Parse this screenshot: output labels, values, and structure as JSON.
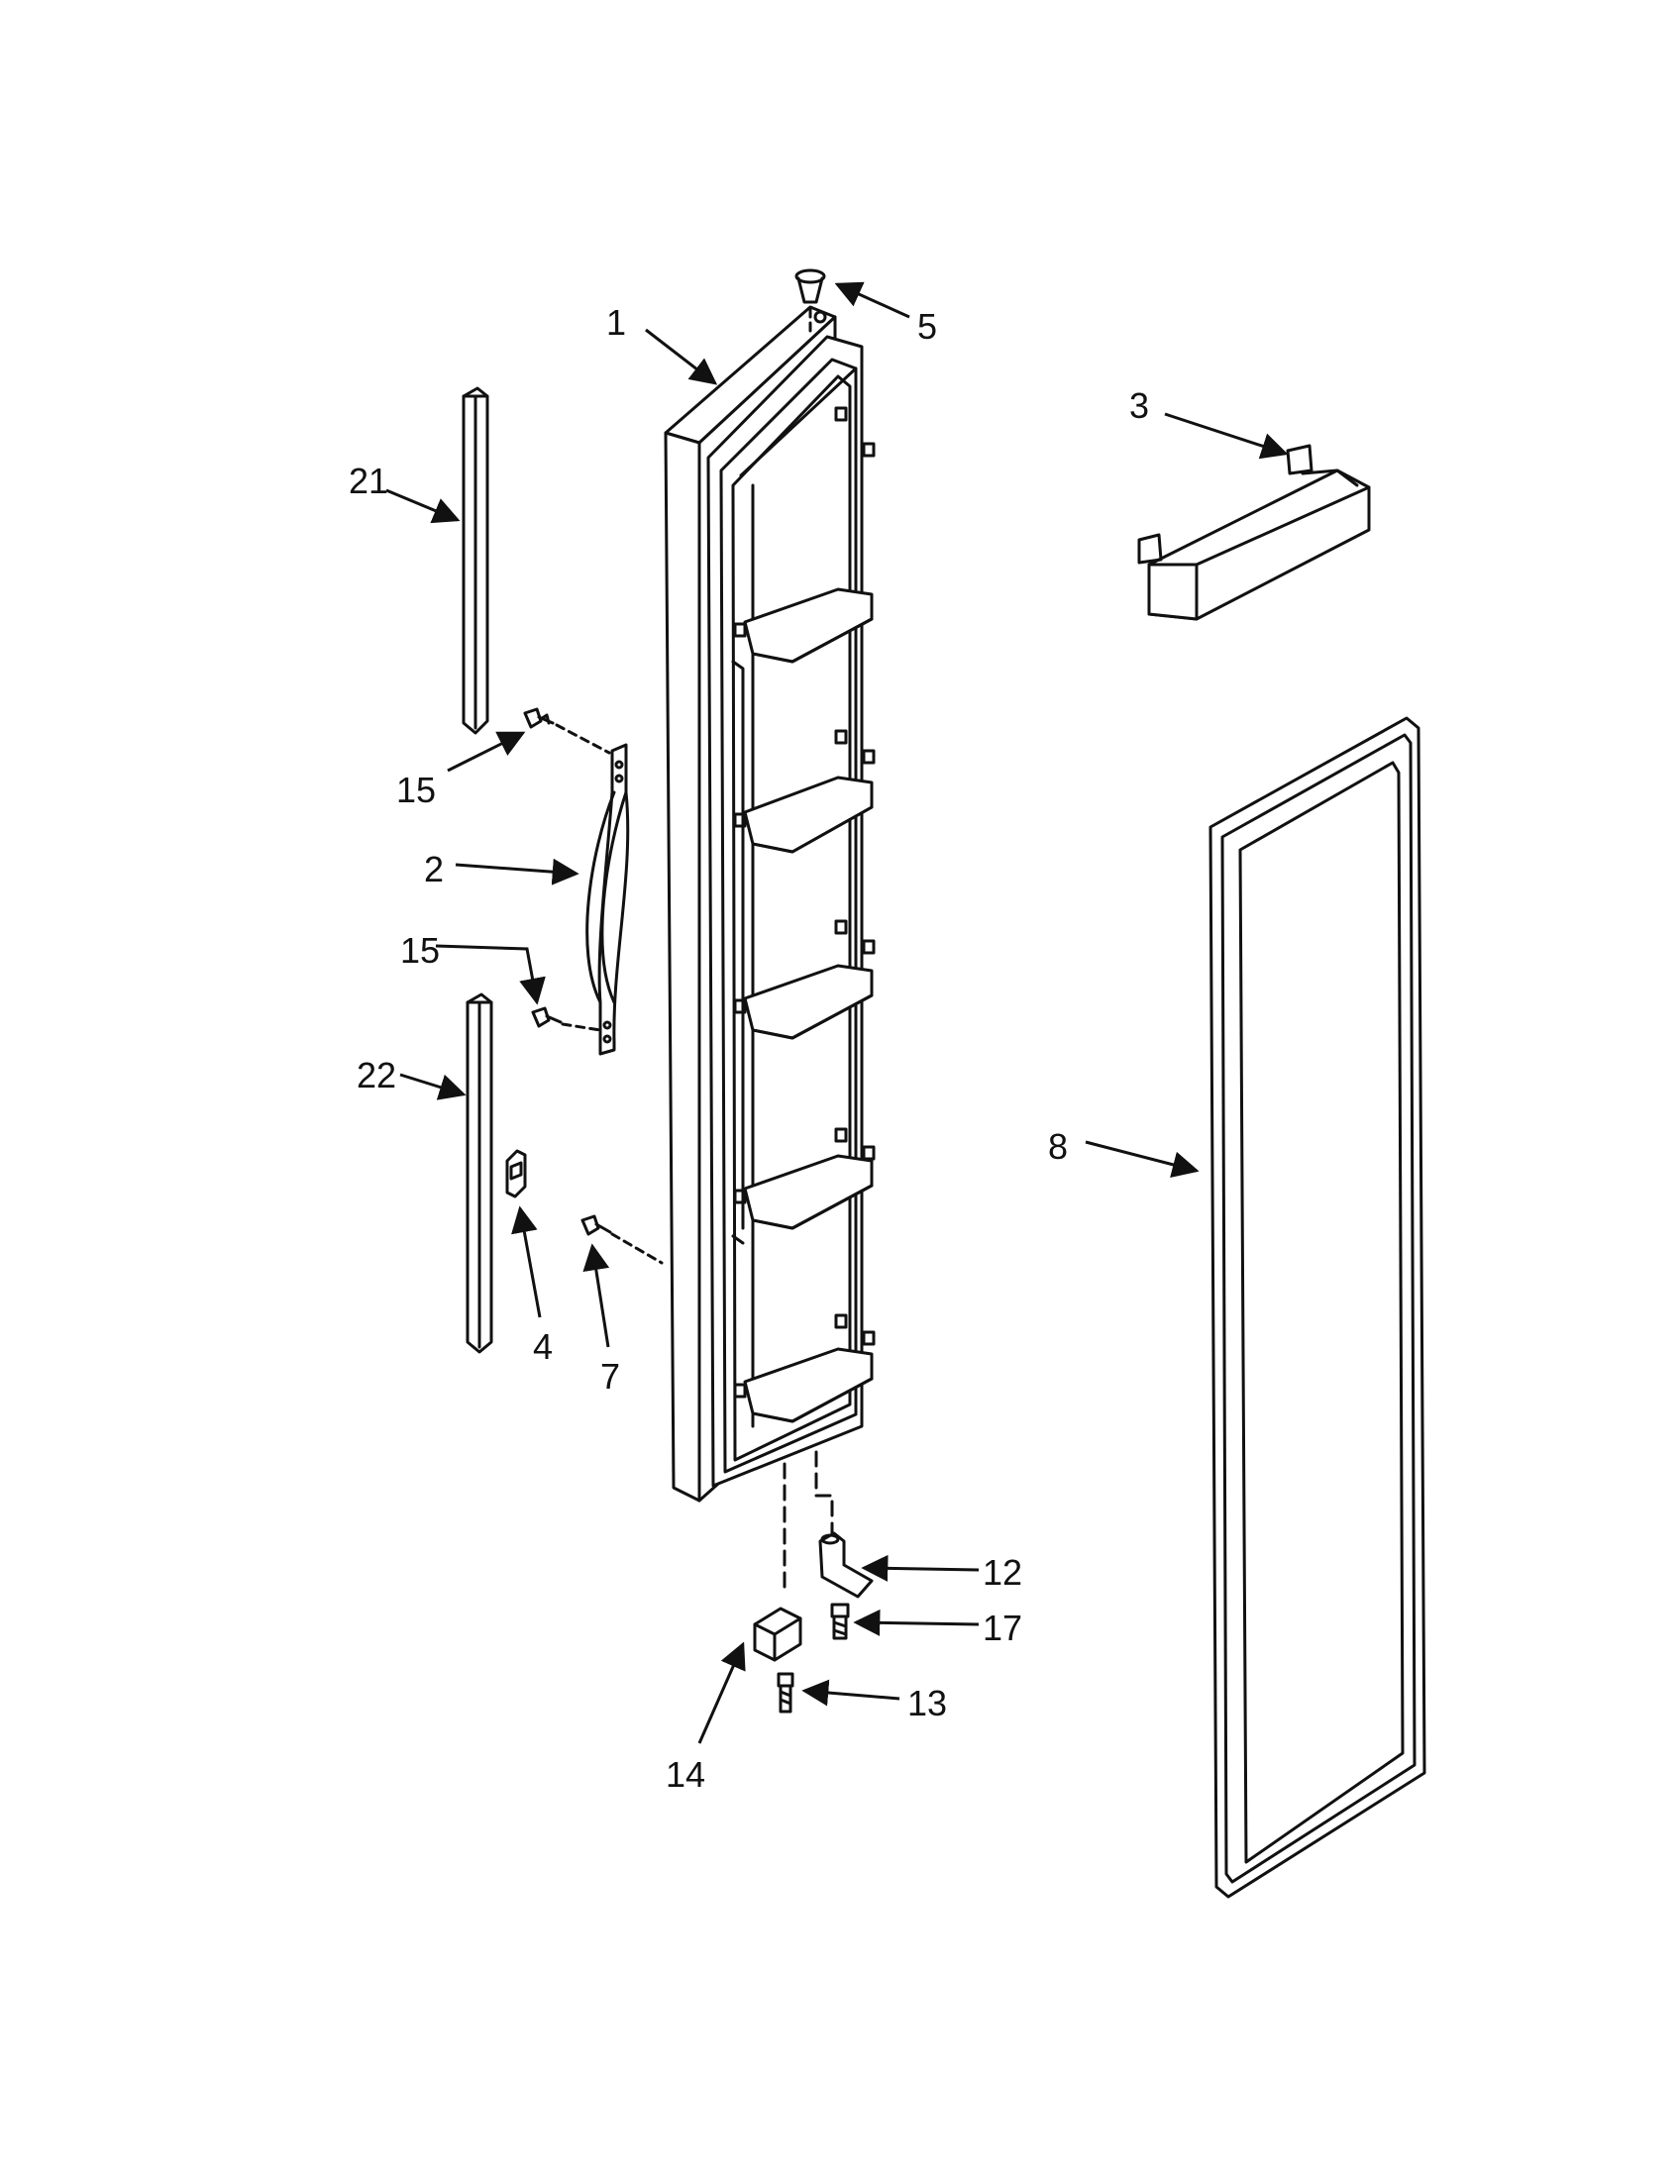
{
  "diagram": {
    "colors": {
      "ink": "#111111",
      "paper": "#ffffff"
    },
    "callouts": [
      {
        "id": "c1",
        "label": "1"
      },
      {
        "id": "c2",
        "label": "2"
      },
      {
        "id": "c3",
        "label": "3"
      },
      {
        "id": "c4",
        "label": "4"
      },
      {
        "id": "c5",
        "label": "5"
      },
      {
        "id": "c7",
        "label": "7"
      },
      {
        "id": "c8",
        "label": "8"
      },
      {
        "id": "c12",
        "label": "12"
      },
      {
        "id": "c13",
        "label": "13"
      },
      {
        "id": "c14",
        "label": "14"
      },
      {
        "id": "c15a",
        "label": "15"
      },
      {
        "id": "c15b",
        "label": "15"
      },
      {
        "id": "c17",
        "label": "17"
      },
      {
        "id": "c21",
        "label": "21"
      },
      {
        "id": "c22",
        "label": "22"
      }
    ]
  }
}
